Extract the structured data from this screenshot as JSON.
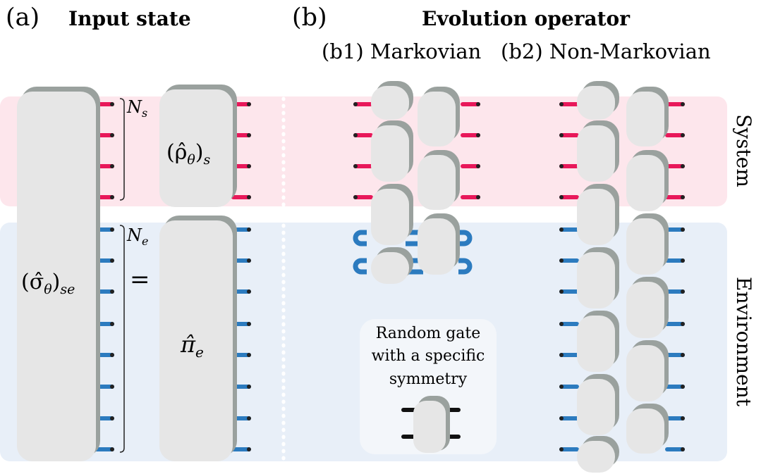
{
  "panel_a": {
    "tag": "(a)",
    "title": "Input state",
    "labels": {
      "sigma": "(σ̂",
      "sigma_sub_theta": "θ",
      "sigma_close": ")",
      "sigma_sub": "se",
      "rho": "(ρ̂",
      "rho_sub_theta": "θ",
      "rho_close": ")",
      "rho_sub": "s",
      "pi": "π̂",
      "pi_sub": "e",
      "equals": "=",
      "ns": "N",
      "ns_sub": "s",
      "ne": "N",
      "ne_sub": "e"
    }
  },
  "panel_b": {
    "tag": "(b)",
    "title": "Evolution operator",
    "sub1": "(b1) Markovian",
    "sub2": "(b2) Non-Markovian"
  },
  "regions": {
    "system": "System",
    "environment": "Environment"
  },
  "legend": {
    "lines": [
      "Random gate",
      "with a specific",
      "symmetry"
    ]
  },
  "colors": {
    "system_band": "#fde6ec",
    "env_band": "#e8eff8",
    "system_leg": "#e8185a",
    "env_leg": "#2c7bbf",
    "block_fill": "#e6e6e6",
    "block_shadow": "#9aa19e"
  }
}
